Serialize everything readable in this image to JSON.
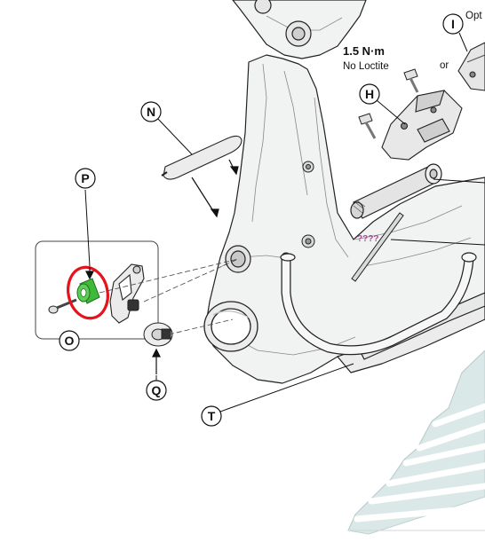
{
  "callouts": {
    "N": "N",
    "P": "P",
    "O": "O",
    "Q": "Q",
    "T": "T",
    "H": "H",
    "I": "I"
  },
  "torque_spec": "1.5 N·m",
  "loctite_note": "No Loctite",
  "or_label": "or",
  "opt_label": "Opt",
  "unknown_label": "????",
  "colors": {
    "highlight_circle": "#e5141c",
    "green_part": "#3fb93a",
    "unknown_text": "#b3459a",
    "frame_fill": "#f1f2f2",
    "fender_fill": "#d9e6e6",
    "line": "#222222"
  }
}
